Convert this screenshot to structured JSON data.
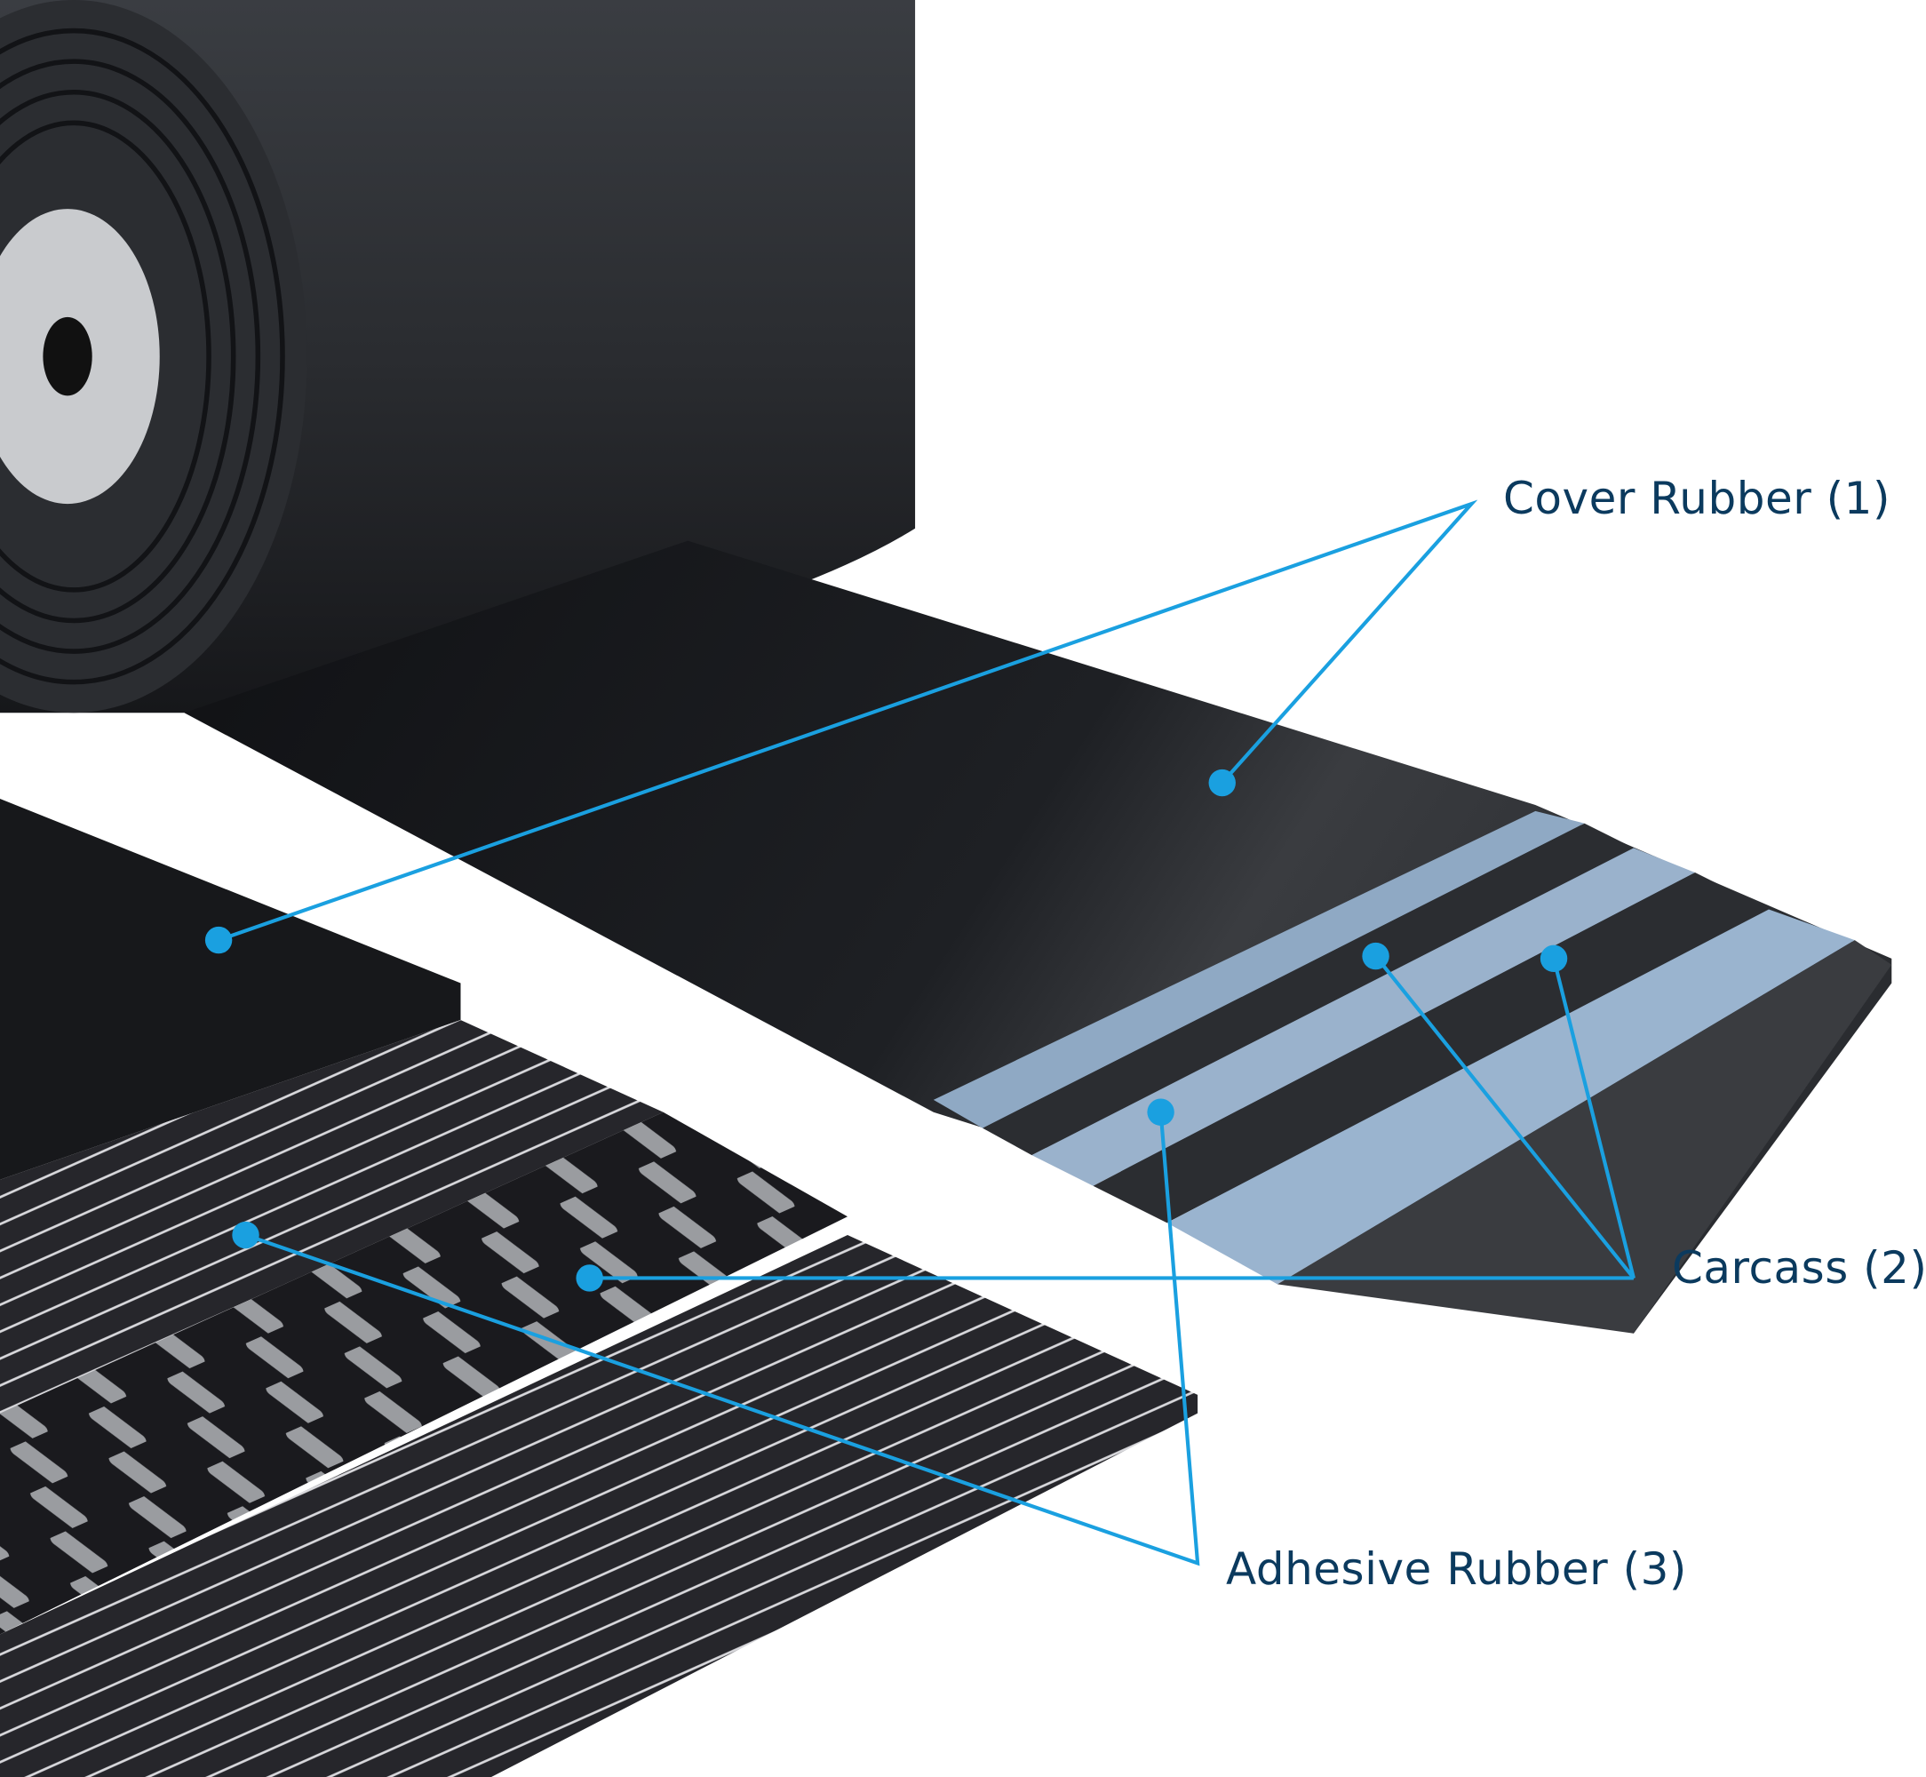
{
  "labels": {
    "cover_rubber": "Cover Rubber (1)",
    "carcass": "Carcass (2)",
    "adhesive_rubber": "Adhesive Rubber (3)"
  },
  "colors": {
    "callout_line": "#1aa0e0",
    "label_text": "#0b3a5e",
    "rubber": "#1c1e22",
    "fabric": "#8fa9c4"
  },
  "icons": {
    "roll": "belt-roll-illustration",
    "steel_cord": "steel-cord-belt-illustration"
  }
}
